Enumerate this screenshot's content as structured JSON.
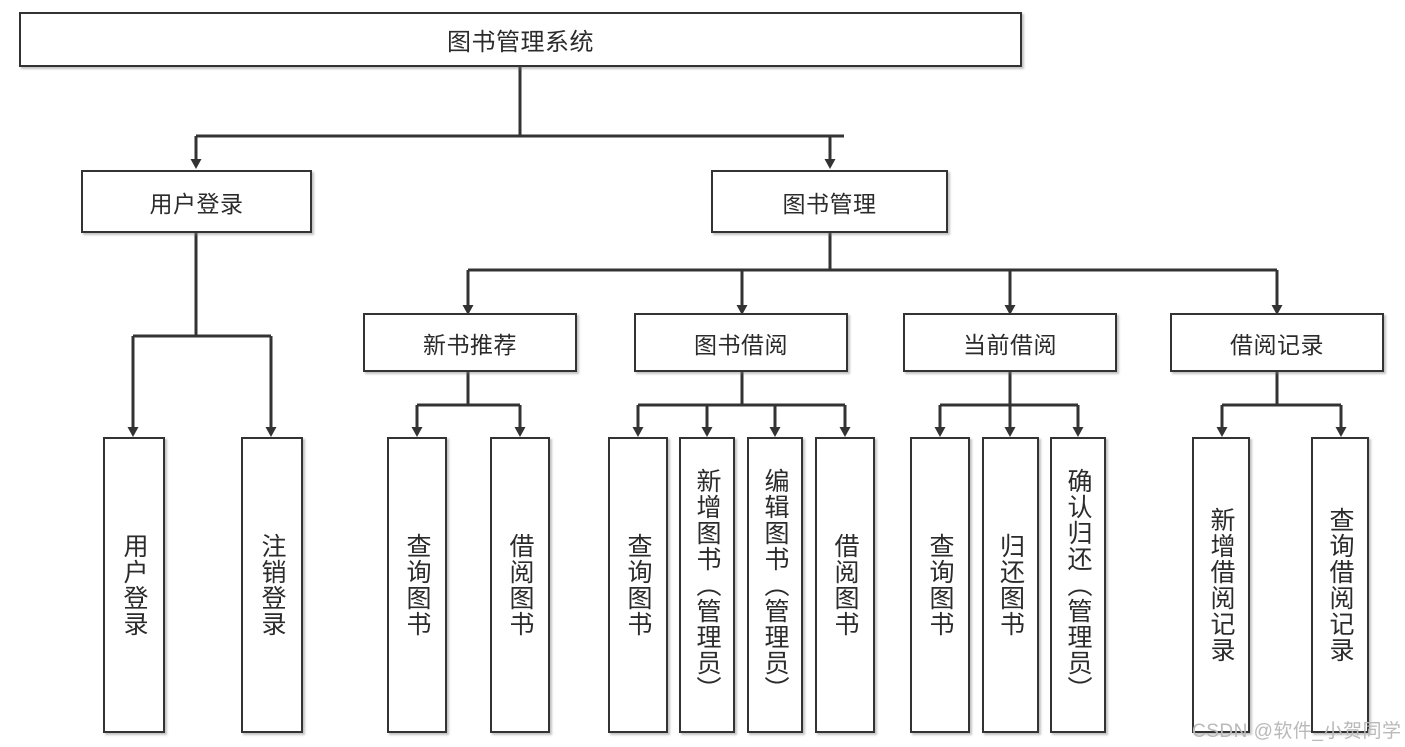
{
  "diagram": {
    "type": "hierarchy-tree",
    "title_node": {
      "label": "图书管理系统"
    },
    "level2": [
      {
        "label": "用户登录"
      },
      {
        "label": "图书管理"
      }
    ],
    "level3": [
      {
        "label": "新书推荐"
      },
      {
        "label": "图书借阅"
      },
      {
        "label": "当前借阅"
      },
      {
        "label": "借阅记录"
      }
    ],
    "leaves": {
      "user_login": [
        {
          "label": "用户登录"
        },
        {
          "label": "注销登录"
        }
      ],
      "new_book_recommend": [
        {
          "label": "查询图书"
        },
        {
          "label": "借阅图书"
        }
      ],
      "book_borrow": [
        {
          "label": "查询图书"
        },
        {
          "label": "新增图书（管理员）"
        },
        {
          "label": "编辑图书（管理员）"
        },
        {
          "label": "借阅图书"
        }
      ],
      "current_borrow": [
        {
          "label": "查询图书"
        },
        {
          "label": "归还图书"
        },
        {
          "label": "确认归还（管理员）"
        }
      ],
      "borrow_record": [
        {
          "label": "新增借阅记录"
        },
        {
          "label": "查询借阅记录"
        }
      ]
    }
  },
  "watermark": {
    "text": "CSDN @软件_小贺同学"
  },
  "colors": {
    "stroke": "#333333",
    "box_fill": "#ffffff",
    "text": "#2b2b2b",
    "watermark": "#b9b9b9",
    "background": "#ffffff"
  }
}
